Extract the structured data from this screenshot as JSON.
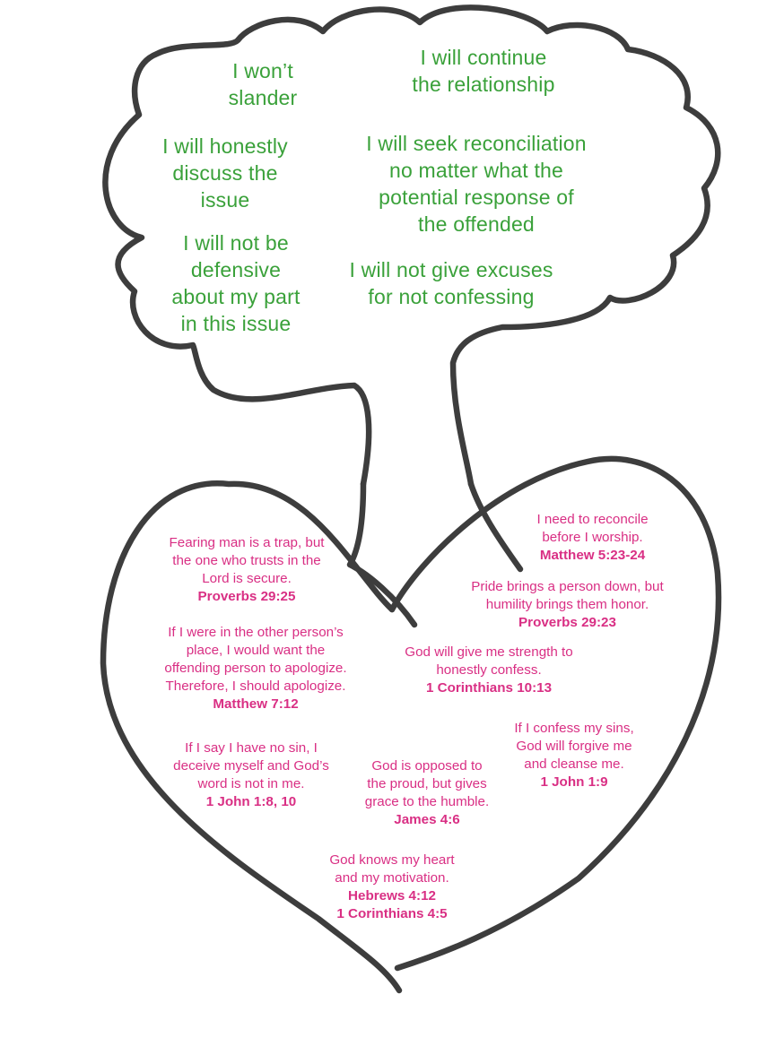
{
  "colors": {
    "outline": "#3d3d3d",
    "commitment_text": "#3aa13a",
    "scripture_text": "#d92f84"
  },
  "commitments": [
    {
      "lines": [
        "I won’t",
        "slander"
      ]
    },
    {
      "lines": [
        "I will continue",
        "the relationship"
      ]
    },
    {
      "lines": [
        "I will honestly",
        "discuss the",
        "issue"
      ]
    },
    {
      "lines": [
        "I will seek reconciliation",
        "no matter what the",
        "potential response of",
        "the offended"
      ]
    },
    {
      "lines": [
        "I will not be",
        "defensive",
        "about my part",
        "in this issue"
      ]
    },
    {
      "lines": [
        "I will not give excuses",
        "for not confessing"
      ]
    }
  ],
  "truths": [
    {
      "lines": [
        "I need to reconcile",
        "before I worship."
      ],
      "reference": "Matthew 5:23-24"
    },
    {
      "lines": [
        "Fearing man is a trap, but",
        "the one who trusts in the",
        "Lord is secure."
      ],
      "reference": "Proverbs 29:25"
    },
    {
      "lines": [
        "Pride brings a person down, but",
        "humility brings them honor."
      ],
      "reference": "Proverbs 29:23"
    },
    {
      "lines": [
        "If I were in the other person’s",
        "place, I would want the",
        "offending person to apologize.",
        "Therefore, I should apologize."
      ],
      "reference": "Matthew 7:12"
    },
    {
      "lines": [
        "God will give me strength to",
        "honestly confess."
      ],
      "reference": "1 Corinthians 10:13"
    },
    {
      "lines": [
        "If I confess my sins,",
        "God will forgive me",
        "and cleanse me."
      ],
      "reference": "1 John 1:9"
    },
    {
      "lines": [
        "If I say I have no sin, I",
        "deceive myself and God’s",
        "word is not in me."
      ],
      "reference": "1 John 1:8, 10"
    },
    {
      "lines": [
        "God is opposed to",
        "the proud, but gives",
        "grace to the humble."
      ],
      "reference": "James  4:6"
    },
    {
      "lines": [
        "God knows my heart",
        "and my motivation."
      ],
      "reference": "Hebrews 4:12",
      "reference2": "1 Corinthians 4:5"
    }
  ]
}
